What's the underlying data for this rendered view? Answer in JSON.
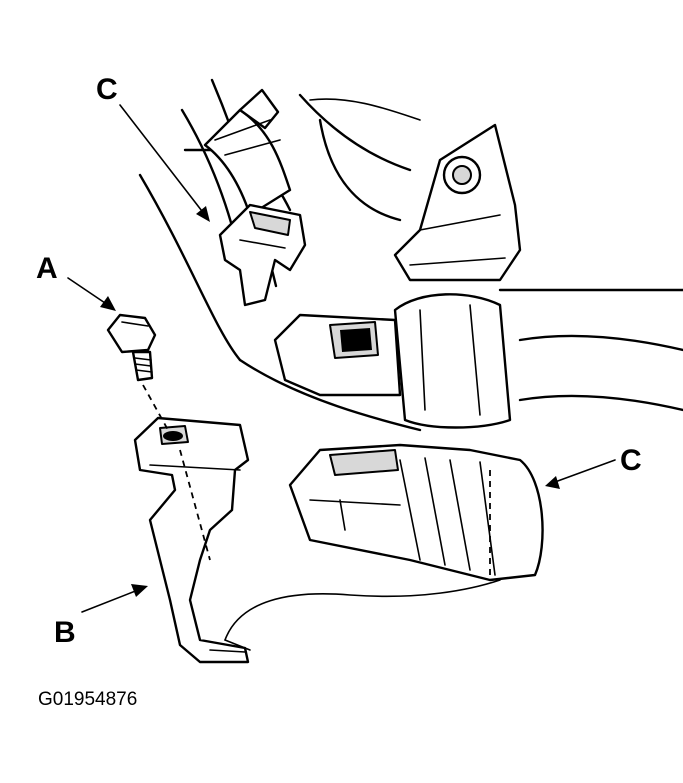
{
  "callouts": {
    "a": "A",
    "b": "B",
    "c_top": "C",
    "c_right": "C"
  },
  "figure_id": "G01954876",
  "colors": {
    "ink": "#000000",
    "paper": "#ffffff"
  }
}
